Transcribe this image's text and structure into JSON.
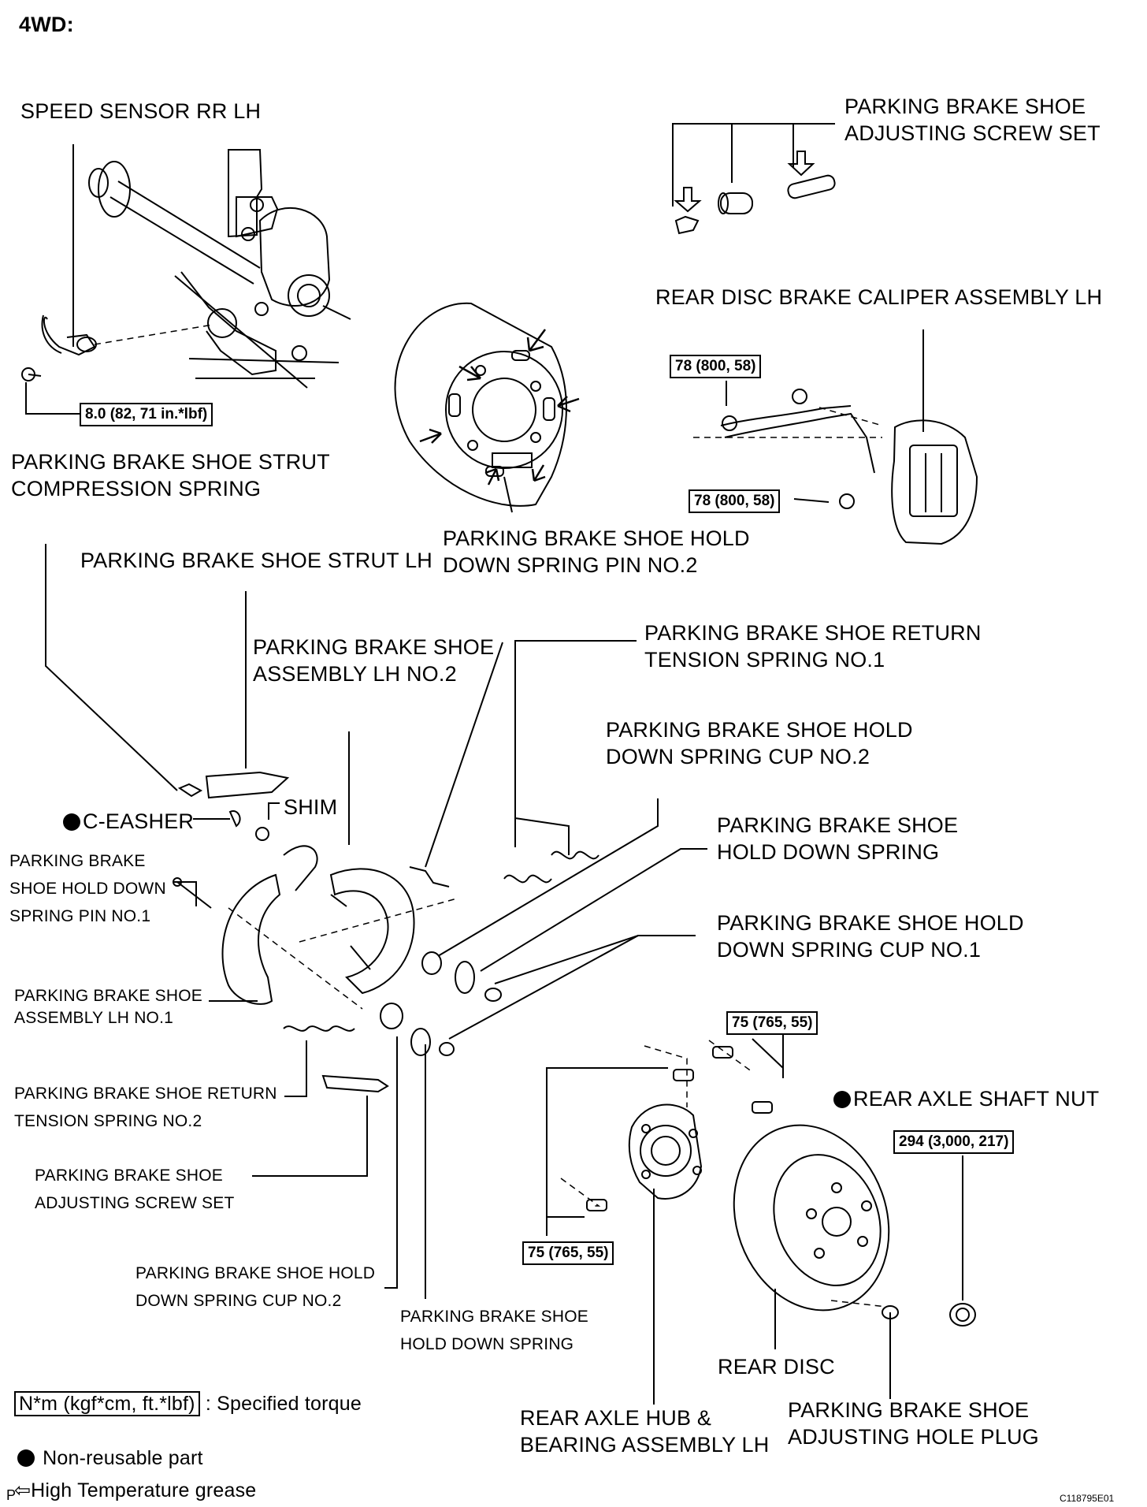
{
  "header": "4WD:",
  "labels": {
    "speed_sensor": "SPEED SENSOR RR LH",
    "adj_screw_set_top": [
      "PARKING BRAKE SHOE",
      "ADJUSTING SCREW SET"
    ],
    "caliper": "REAR DISC BRAKE CALIPER ASSEMBLY LH",
    "strut_spring": [
      "PARKING BRAKE SHOE STRUT",
      "COMPRESSION SPRING"
    ],
    "strut_lh": "PARKING BRAKE SHOE STRUT LH",
    "hold_pin_no2": [
      "PARKING BRAKE SHOE HOLD",
      "DOWN SPRING PIN NO.2"
    ],
    "shoe_lh_no2": [
      "PARKING BRAKE SHOE",
      "ASSEMBLY LH NO.2"
    ],
    "return_spring_no1": [
      "PARKING BRAKE SHOE RETURN",
      "TENSION SPRING NO.1"
    ],
    "cup_no2_right": [
      "PARKING BRAKE SHOE HOLD",
      "DOWN SPRING CUP NO.2"
    ],
    "shim": "SHIM",
    "c_washer": "C-EASHER",
    "hold_spring_right": [
      "PARKING BRAKE SHOE",
      "HOLD DOWN SPRING"
    ],
    "hold_pin_no1": [
      "PARKING BRAKE",
      "SHOE HOLD DOWN",
      "SPRING PIN NO.1"
    ],
    "cup_no1": [
      "PARKING BRAKE SHOE HOLD",
      "DOWN SPRING CUP NO.1"
    ],
    "shoe_lh_no1": [
      "PARKING BRAKE SHOE",
      "ASSEMBLY LH NO.1"
    ],
    "return_spring_no2": [
      "PARKING BRAKE SHOE RETURN",
      "TENSION SPRING NO.2"
    ],
    "axle_nut": "REAR AXLE SHAFT NUT",
    "adj_screw_set_bottom": [
      "PARKING BRAKE SHOE",
      "ADJUSTING SCREW SET"
    ],
    "cup_no2_bottom": [
      "PARKING BRAKE SHOE HOLD",
      "DOWN SPRING CUP NO.2"
    ],
    "hold_spring_bottom": [
      "PARKING BRAKE SHOE",
      "HOLD DOWN SPRING"
    ],
    "rear_disc": "REAR DISC",
    "hub": [
      "REAR AXLE HUB &",
      "BEARING ASSEMBLY LH"
    ],
    "hole_plug": [
      "PARKING BRAKE SHOE",
      "ADJUSTING HOLE PLUG"
    ]
  },
  "torques": {
    "sensor": "8.0 (82, 71 in.*lbf)",
    "caliper_top": "78 (800, 58)",
    "caliper_bottom": "78 (800, 58)",
    "hub_top": "75 (765, 55)",
    "hub_bottom": "75 (765, 55)",
    "axle_nut": "294 (3,000, 217)"
  },
  "legend": {
    "torque_box": "N*m (kgf*cm, ft.*lbf)",
    "torque_text": ": Specified torque",
    "nonreusable": "Non-reusable part",
    "grease": "High Temperature grease"
  },
  "footer": {
    "letter": "P",
    "code": "C118795E01"
  }
}
